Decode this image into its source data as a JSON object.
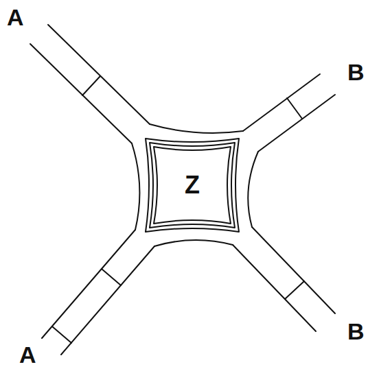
{
  "diagram": {
    "nodes": [
      {
        "text": [
          "Z"
        ]
      }
    ],
    "labels": [
      "A",
      "B",
      "A",
      "B"
    ]
  }
}
